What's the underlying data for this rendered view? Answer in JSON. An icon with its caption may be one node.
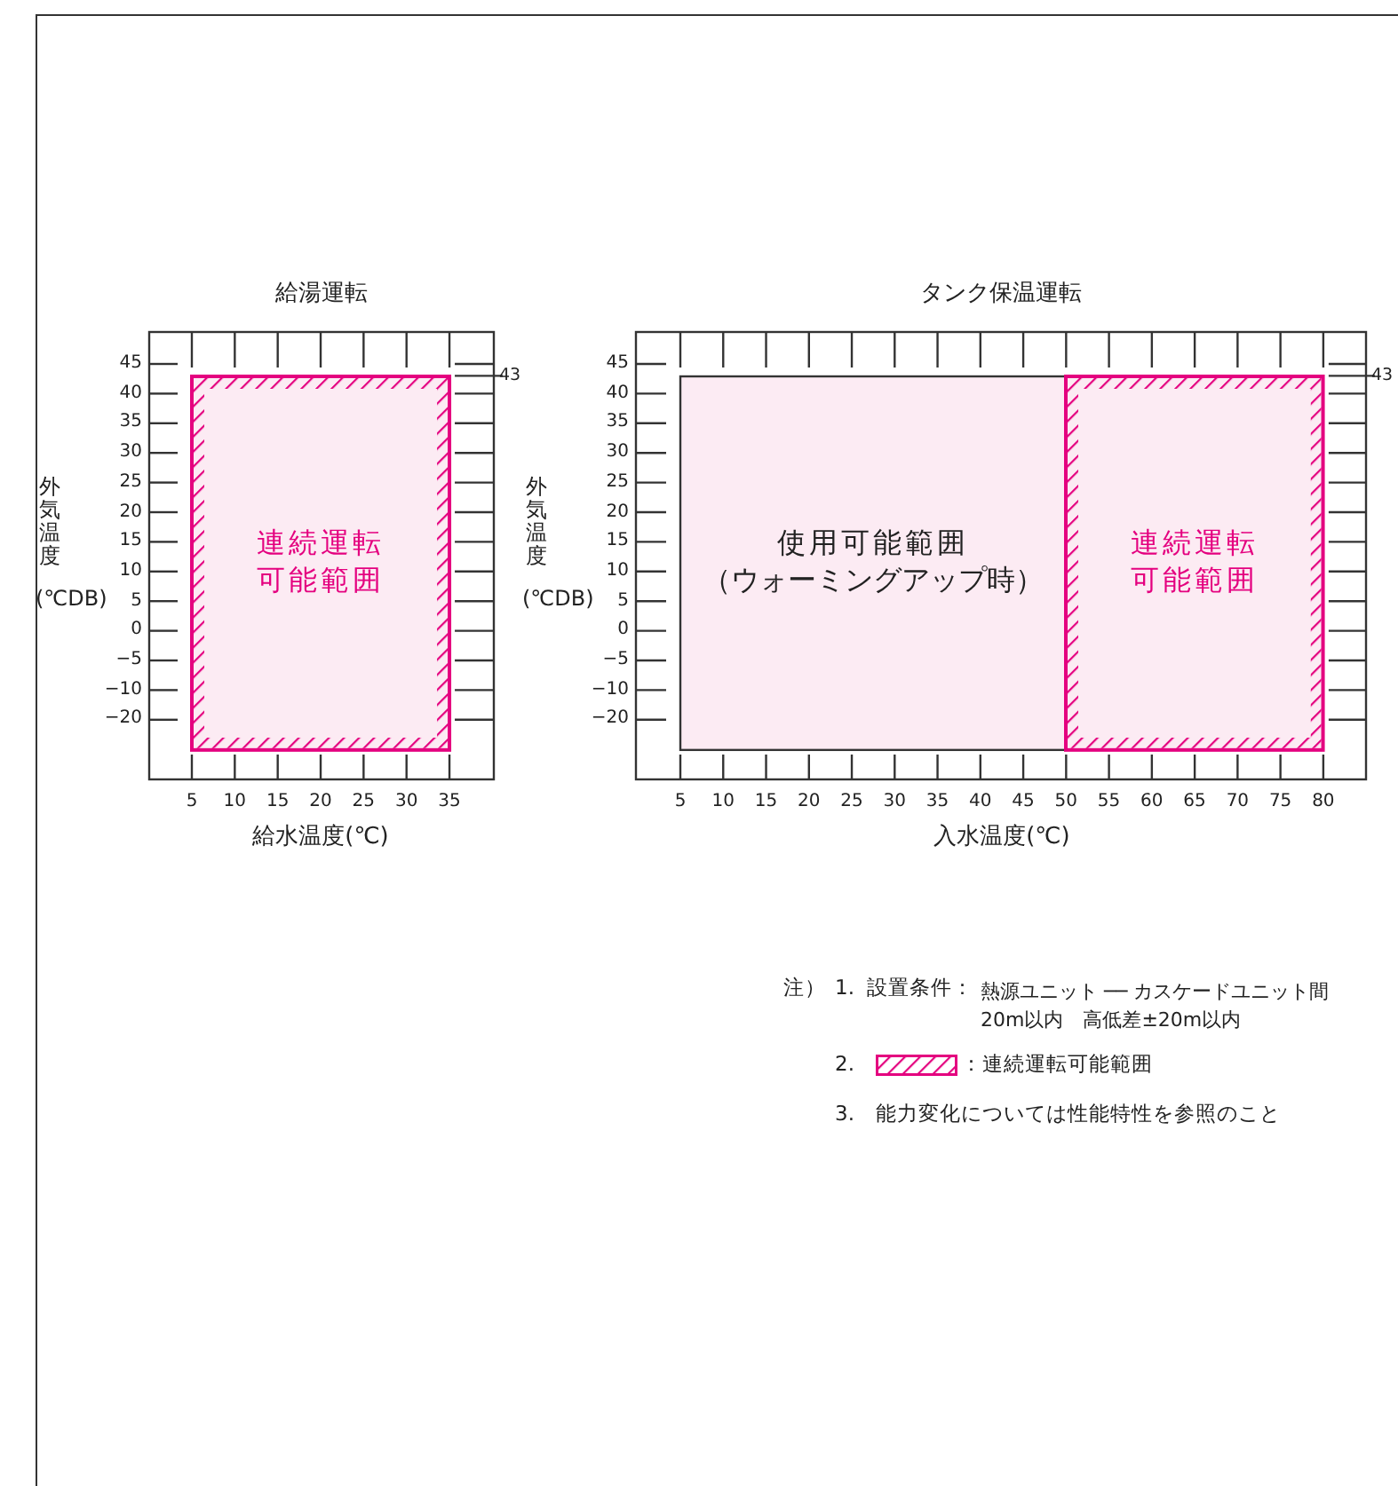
{
  "diagram": {
    "nodes": [
      {
        "text": [
          "連続運転可能範囲"
        ]
      },
      {
        "text": [
          "使用可能範囲",
          "（ウォーミングアップ時）"
        ]
      },
      {
        "text": [
          "連続運転可能範囲"
        ]
      }
    ],
    "labels": [
      "給湯運転",
      "タンク保温運転",
      "45",
      "40",
      "35",
      "30",
      "25",
      "20",
      "15",
      "10",
      "5",
      "0",
      "−5",
      "−10",
      "−20",
      "43",
      "45",
      "40",
      "35",
      "30",
      "25",
      "20",
      "15",
      "10",
      "5",
      "0",
      "−5",
      "−10",
      "−20",
      "43",
      "外気温度",
      "(℃DB)",
      "外気温度",
      "(℃DB)",
      "5",
      "10",
      "15",
      "20",
      "25",
      "30",
      "35",
      "5",
      "10",
      "15",
      "20",
      "25",
      "30",
      "35",
      "40",
      "45",
      "50",
      "55",
      "60",
      "65",
      "70",
      "75",
      "80",
      "給水温度(℃)",
      "入水温度(℃)",
      "注）",
      "1.",
      "設置条件：",
      "熱源ユニット ── カスケードユニット間20m以内　高低差±20m以内",
      "2.",
      "3.",
      "能力変化については性能特性を参照のこと"
    ],
    "legend": [
      {
        "text": "：連続運転可能範囲"
      }
    ]
  }
}
